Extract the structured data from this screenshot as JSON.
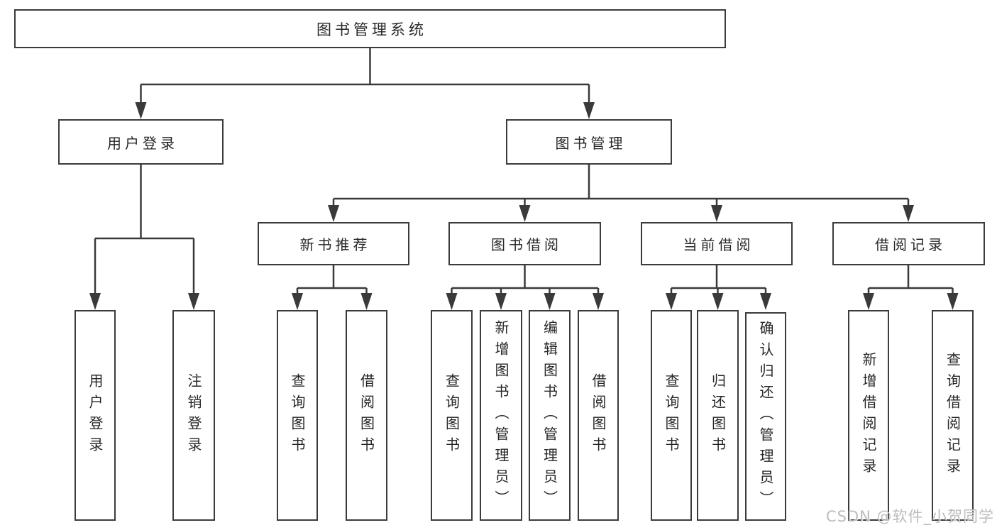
{
  "tree": {
    "root": {
      "label": "图书管理系统"
    },
    "branches": [
      {
        "label": "用户登录",
        "children": [
          {
            "label": "用户登录"
          },
          {
            "label": "注销登录"
          }
        ]
      },
      {
        "label": "图书管理",
        "children": [
          {
            "label": "新书推荐",
            "children": [
              {
                "label": "查询图书"
              },
              {
                "label": "借阅图书"
              }
            ]
          },
          {
            "label": "图书借阅",
            "children": [
              {
                "label": "查询图书"
              },
              {
                "label": "新增图书（管理员）"
              },
              {
                "label": "编辑图书（管理员）"
              },
              {
                "label": "借阅图书"
              }
            ]
          },
          {
            "label": "当前借阅",
            "children": [
              {
                "label": "查询图书"
              },
              {
                "label": "归还图书"
              },
              {
                "label": "确认归还（管理员）"
              }
            ]
          },
          {
            "label": "借阅记录",
            "children": [
              {
                "label": "新增借阅记录"
              },
              {
                "label": "查询借阅记录"
              }
            ]
          }
        ]
      }
    ]
  },
  "watermark": {
    "text": "CSDN @软件_小贺同学"
  },
  "colors": {
    "line": "#3a3a3a",
    "border": "#3b3b3b",
    "text": "#262626",
    "background": "#ffffff",
    "watermark": "#bcbcbc"
  }
}
